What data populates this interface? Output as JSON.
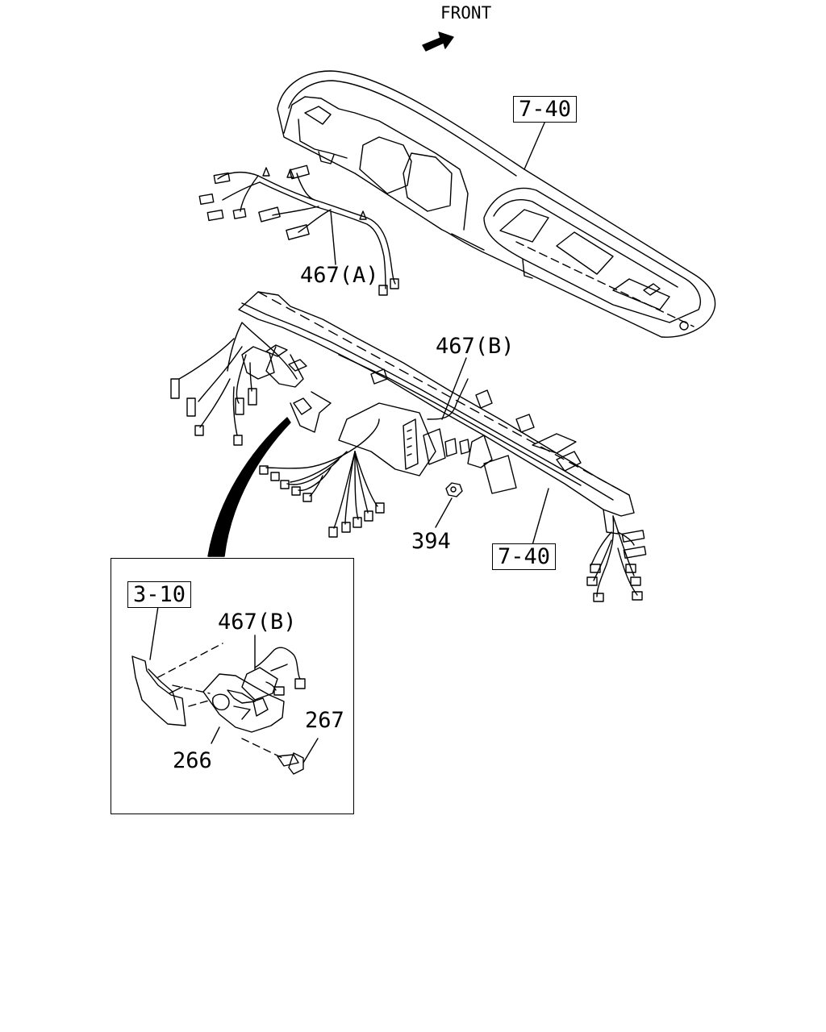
{
  "direction": {
    "label": "FRONT"
  },
  "callouts": {
    "dash_panel_ref": "7-40",
    "upper_harness": "467(A)",
    "lower_harness": "467(B)",
    "nut": "394",
    "reinforcement_ref": "7-40"
  },
  "inset": {
    "body_ref": "3-10",
    "harness": "467(B)",
    "bracket": "266",
    "bolt": "267"
  }
}
